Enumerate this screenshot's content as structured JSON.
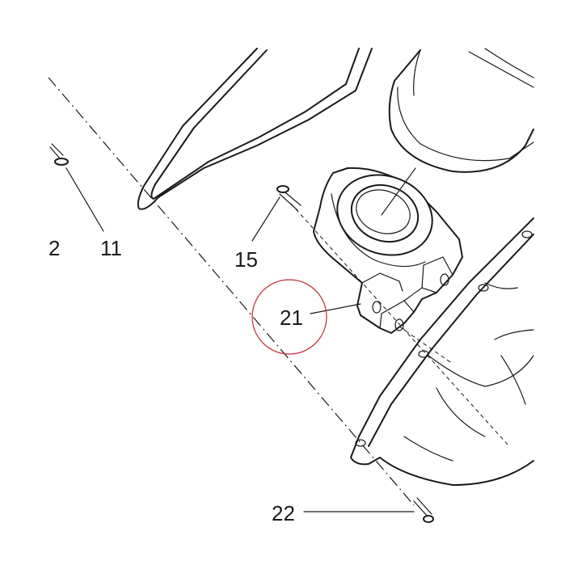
{
  "labels": {
    "l2": "2",
    "l11": "11",
    "l15": "15",
    "l21": "21",
    "l22": "22"
  },
  "highlight": {
    "target_label": "21",
    "circle_color": "#c0282e"
  },
  "colors": {
    "line": "#1a1a1a",
    "background": "#ffffff"
  }
}
